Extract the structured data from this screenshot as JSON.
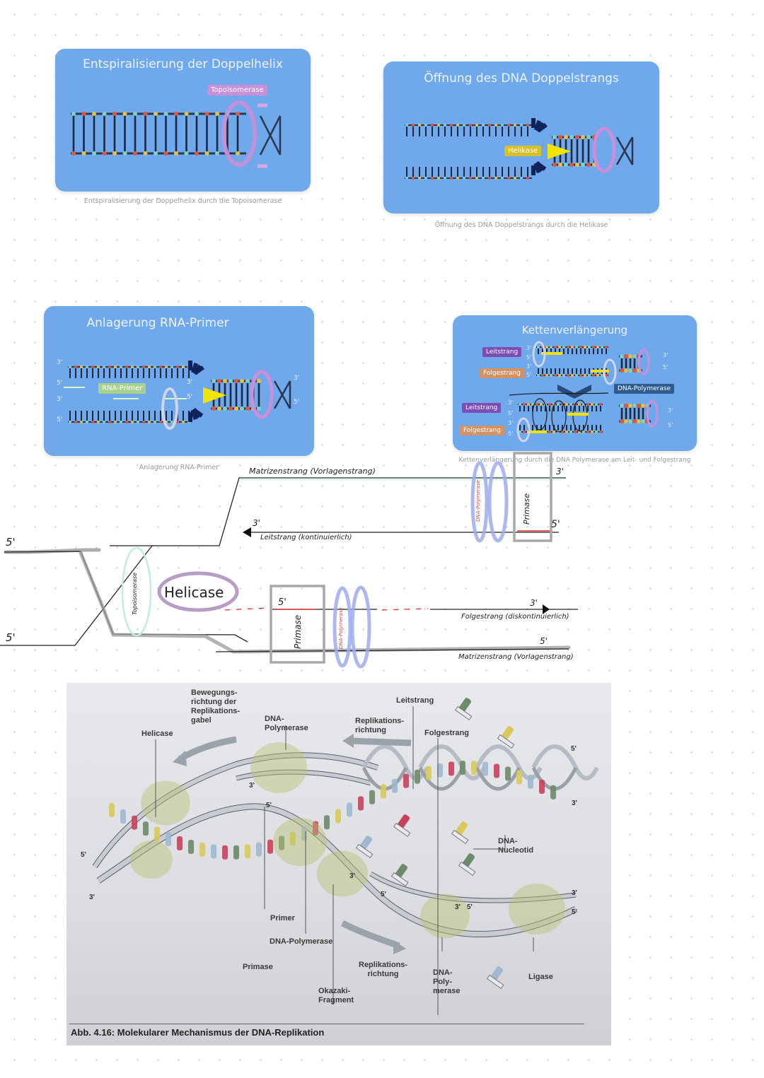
{
  "cards": [
    {
      "title": "Entspiralisierung der Doppelhelix",
      "labels": {
        "enzyme": "Topoisomerase"
      },
      "caption": "Entspiralisierung der Doppelhelix durch die Topoisomerase"
    },
    {
      "title": "Öffnung des DNA Doppelstrangs",
      "labels": {
        "enzyme": "Helikase"
      },
      "caption": "Öffnung des DNA Doppelstrangs durch die Helikase"
    },
    {
      "title": "Anlagerung RNA-Primer",
      "labels": {
        "primer": "RNA-Primer"
      },
      "ends": [
        "3'",
        "5'",
        "3'",
        "5'",
        "3'",
        "5'",
        "3'",
        "5'"
      ],
      "caption": "Anlagerung RNA-Primer"
    },
    {
      "title": "Kettenverlängerung",
      "labels": {
        "leading1": "Leitstrang",
        "lagging1": "Folgestrang",
        "leading2": "Leitstrang",
        "lagging2": "Folgestrang",
        "enzyme": "DNA-Polymerase"
      },
      "ends": [
        "3'",
        "5'",
        "3'",
        "5'",
        "3'",
        "5'",
        "3'",
        "5'",
        "3'",
        "5'",
        "3'",
        "5'"
      ],
      "caption": "Kettenverlängerung durch die DNA Polymerase am Leit- und Folgestrang"
    }
  ],
  "sketch": {
    "left_5_top": "5'",
    "left_5_bottom": "5'",
    "topoisomerase": "Topoisomerase",
    "helicase": "Helicase",
    "template_top": "Matrizenstrang (Vorlagenstrang)",
    "top_right_end": "3'",
    "leading_end": "3'",
    "leading": "Leitstrang (kontinuierlich)",
    "primase_top": "Primase",
    "primase_top_end": "5'",
    "polymerase_top": "DNA-Polymerase",
    "primase_bottom": "Primase",
    "primase_bottom_end": "5'",
    "polymerase_bottom": "DNA-Polymerase",
    "lagging_end": "3'",
    "lagging": "Folgestrang (diskontinuierlich)",
    "template_bottom_end": "5'",
    "template_bottom": "Matrizenstrang (Vorlagenstrang)"
  },
  "textbook": {
    "labels": {
      "movement": "Bewegungs-\nrichtung der\nReplikations-\ngabel",
      "helicase": "Helicase",
      "polymerase_top": "DNA-\nPolymerase",
      "replication_dir_top": "Replikations-\nrichtung",
      "leading": "Leitstrang",
      "lagging": "Folgestrang",
      "nucleotide": "DNA-\nNucleotid",
      "primer": "Primer",
      "polymerase_mid": "DNA-Polymerase",
      "primase": "Primase",
      "okazaki": "Okazaki-\nFragment",
      "replication_dir_bottom": "Replikations-\nrichtung",
      "polymerase_bottom": "DNA-\nPoly-\nmerase",
      "ligase": "Ligase"
    },
    "ends": {
      "a": "5'",
      "b": "3'",
      "c": "3'",
      "d": "5'",
      "e": "5'",
      "f": "3'",
      "g": "3'",
      "h": "5'",
      "i": "3'",
      "j": "5'",
      "k": "3'",
      "l": "5'",
      "m": "3'"
    },
    "caption": "Abb. 4.16: Molekularer Mechanismus der DNA-Replikation"
  },
  "colors": {
    "card": "#6fa8eb",
    "topo": "#c98fd8",
    "helikase": "#f2e300",
    "primer": "#a9d18e",
    "leit": "#7d4cb4",
    "folge": "#d69163",
    "pol": "#2f5c8f"
  }
}
